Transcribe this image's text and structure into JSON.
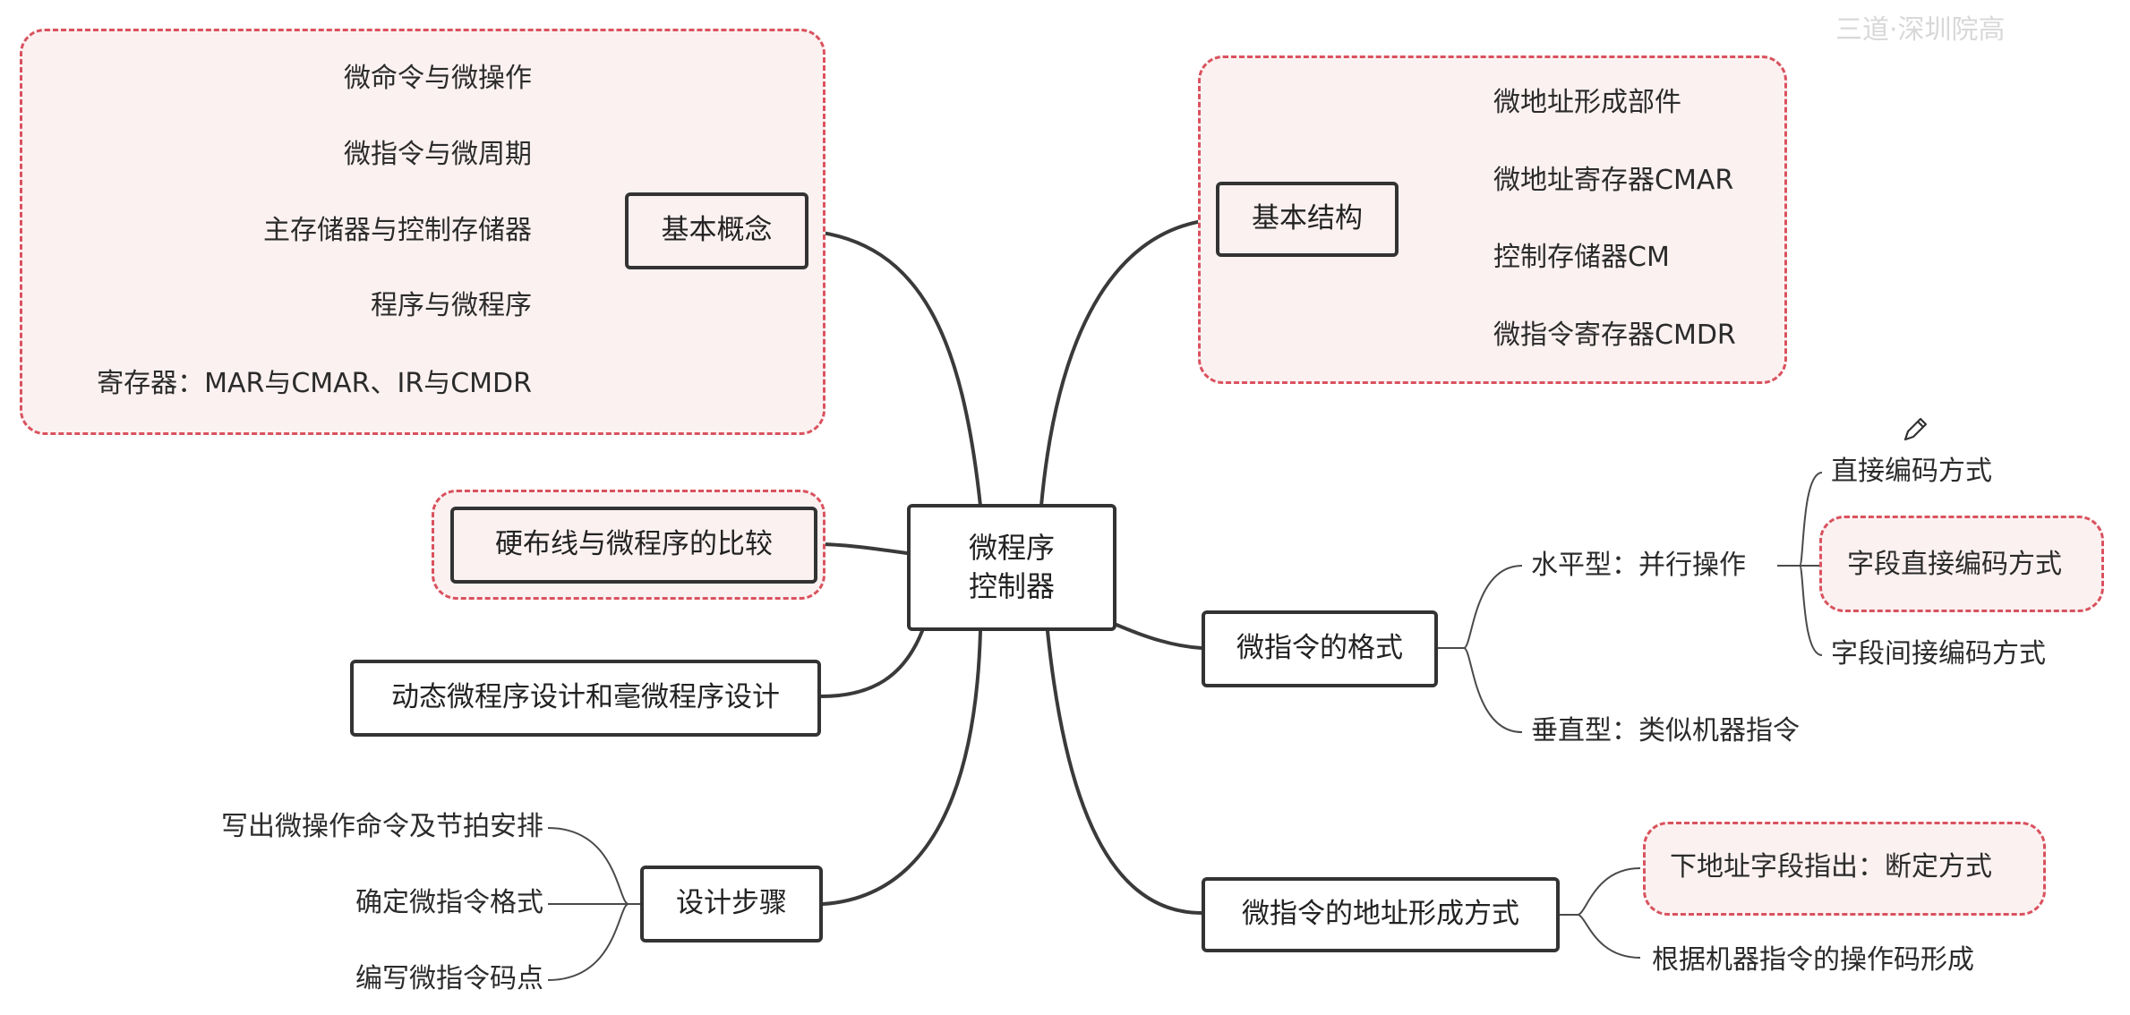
{
  "watermark": "三道·深圳院高",
  "center": {
    "line1": "微程序",
    "line2": "控制器"
  },
  "basic_concepts": {
    "title": "基本概念",
    "items": [
      "微命令与微操作",
      "微指令与微周期",
      "主存储器与控制存储器",
      "程序与微程序",
      "寄存器：MAR与CMAR、IR与CMDR"
    ]
  },
  "comparison": {
    "title": "硬布线与微程序的比较"
  },
  "dynamic": {
    "title": "动态微程序设计和毫微程序设计"
  },
  "design_steps": {
    "title": "设计步骤",
    "items": [
      "写出微操作命令及节拍安排",
      "确定微指令格式",
      "编写微指令码点"
    ]
  },
  "basic_structure": {
    "title": "基本结构",
    "items": [
      "微地址形成部件",
      "微地址寄存器CMAR",
      "控制存储器CM",
      "微指令寄存器CMDR"
    ]
  },
  "format": {
    "title": "微指令的格式",
    "horizontal": "水平型：并行操作",
    "horizontal_items": [
      "直接编码方式",
      "字段直接编码方式",
      "字段间接编码方式"
    ],
    "vertical": "垂直型：类似机器指令"
  },
  "address": {
    "title": "微指令的地址形成方式",
    "items": [
      "下地址字段指出：断定方式",
      "根据机器指令的操作码形成"
    ]
  }
}
